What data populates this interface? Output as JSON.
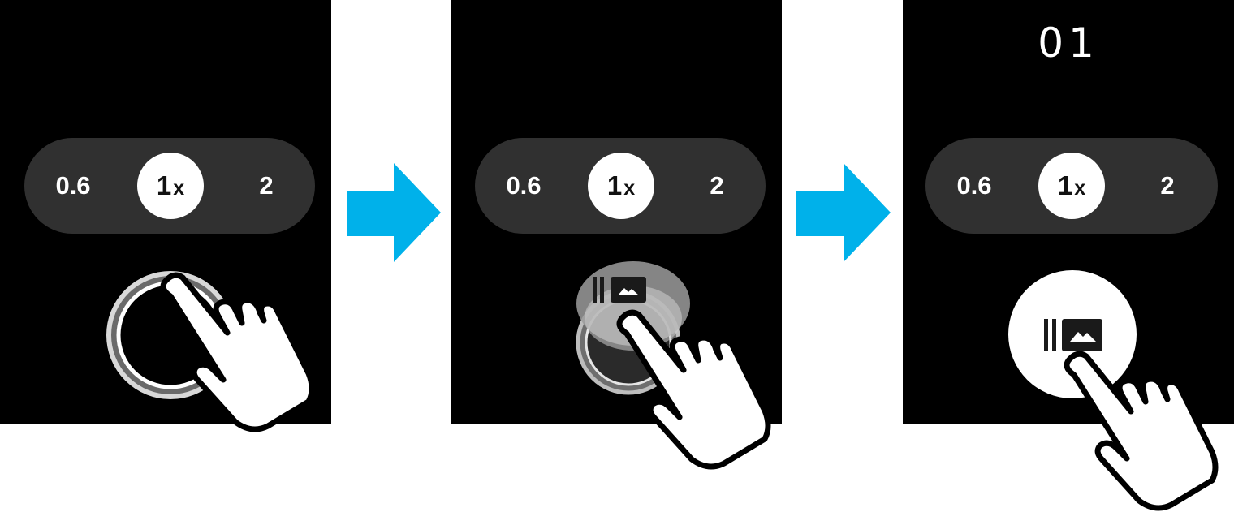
{
  "screens": [
    {
      "zoom": {
        "low": "0.6",
        "current": "1",
        "suffix": "x",
        "high": "2"
      }
    },
    {
      "zoom": {
        "low": "0.6",
        "current": "1",
        "suffix": "x",
        "high": "2"
      }
    },
    {
      "counter": "01",
      "zoom": {
        "low": "0.6",
        "current": "1",
        "suffix": "x",
        "high": "2"
      }
    }
  ],
  "colors": {
    "screen": "#000000",
    "zoom_bar": "#303030",
    "arrow": "#00b1ea",
    "selected_zoom_bg": "#ffffff"
  },
  "icons": [
    "shutter-button-icon",
    "gallery-mode-icon",
    "tap-hand-icon",
    "next-step-arrow-icon"
  ]
}
